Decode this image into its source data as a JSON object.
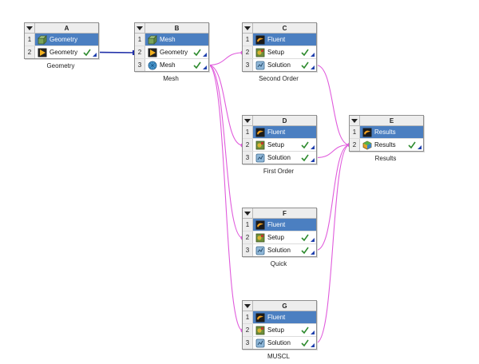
{
  "colors": {
    "title_row": "#4b7fc1",
    "header_bg": "#ededed",
    "link_magenta": "#e05bdc",
    "link_blue": "#1f2fa8",
    "check_green": "#2e8b2e"
  },
  "systems": {
    "A": {
      "letter": "A",
      "caption": "Geometry",
      "rows": [
        {
          "num": "1",
          "label": "Geometry",
          "icon": "geometry-system-icon"
        },
        {
          "num": "2",
          "label": "Geometry",
          "icon": "geometry-cell-icon",
          "status": "up-to-date-check-icon"
        }
      ]
    },
    "B": {
      "letter": "B",
      "caption": "Mesh",
      "rows": [
        {
          "num": "1",
          "label": "Mesh",
          "icon": "mesh-system-icon"
        },
        {
          "num": "2",
          "label": "Geometry",
          "icon": "geometry-cell-icon",
          "status": "up-to-date-check-icon"
        },
        {
          "num": "3",
          "label": "Mesh",
          "icon": "mesh-cell-icon",
          "status": "up-to-date-check-icon"
        }
      ]
    },
    "C": {
      "letter": "C",
      "caption": "Second Order",
      "rows": [
        {
          "num": "1",
          "label": "Fluent",
          "icon": "fluent-icon"
        },
        {
          "num": "2",
          "label": "Setup",
          "icon": "setup-icon",
          "status": "up-to-date-check-icon"
        },
        {
          "num": "3",
          "label": "Solution",
          "icon": "solution-icon",
          "status": "up-to-date-check-icon"
        }
      ]
    },
    "D": {
      "letter": "D",
      "caption": "First Order",
      "rows": [
        {
          "num": "1",
          "label": "Fluent",
          "icon": "fluent-icon"
        },
        {
          "num": "2",
          "label": "Setup",
          "icon": "setup-icon",
          "status": "up-to-date-check-icon"
        },
        {
          "num": "3",
          "label": "Solution",
          "icon": "solution-icon",
          "status": "up-to-date-check-icon"
        }
      ]
    },
    "F": {
      "letter": "F",
      "caption": "Quick",
      "rows": [
        {
          "num": "1",
          "label": "Fluent",
          "icon": "fluent-icon"
        },
        {
          "num": "2",
          "label": "Setup",
          "icon": "setup-icon",
          "status": "up-to-date-check-icon"
        },
        {
          "num": "3",
          "label": "Solution",
          "icon": "solution-icon",
          "status": "up-to-date-check-icon"
        }
      ]
    },
    "G": {
      "letter": "G",
      "caption": "MUSCL",
      "rows": [
        {
          "num": "1",
          "label": "Fluent",
          "icon": "fluent-icon"
        },
        {
          "num": "2",
          "label": "Setup",
          "icon": "setup-icon",
          "status": "up-to-date-check-icon"
        },
        {
          "num": "3",
          "label": "Solution",
          "icon": "solution-icon",
          "status": "up-to-date-check-icon"
        }
      ]
    },
    "E": {
      "letter": "E",
      "caption": "Results",
      "rows": [
        {
          "num": "1",
          "label": "Results",
          "icon": "results-system-icon"
        },
        {
          "num": "2",
          "label": "Results",
          "icon": "results-cell-icon",
          "status": "up-to-date-check-icon"
        }
      ]
    }
  },
  "links": [
    {
      "from": "A.2",
      "to": "B.2",
      "kind": "share",
      "color": "#1f2fa8"
    },
    {
      "from": "B.3",
      "to": "C.2",
      "kind": "transfer",
      "color": "#e05bdc"
    },
    {
      "from": "B.3",
      "to": "D.2",
      "kind": "transfer",
      "color": "#e05bdc"
    },
    {
      "from": "B.3",
      "to": "F.2",
      "kind": "transfer",
      "color": "#e05bdc"
    },
    {
      "from": "B.3",
      "to": "G.2",
      "kind": "transfer",
      "color": "#e05bdc"
    },
    {
      "from": "C.3",
      "to": "E.2",
      "kind": "transfer",
      "color": "#e05bdc"
    },
    {
      "from": "D.3",
      "to": "E.2",
      "kind": "transfer",
      "color": "#e05bdc"
    },
    {
      "from": "F.3",
      "to": "E.2",
      "kind": "transfer",
      "color": "#e05bdc"
    },
    {
      "from": "G.3",
      "to": "E.2",
      "kind": "transfer",
      "color": "#e05bdc"
    }
  ]
}
